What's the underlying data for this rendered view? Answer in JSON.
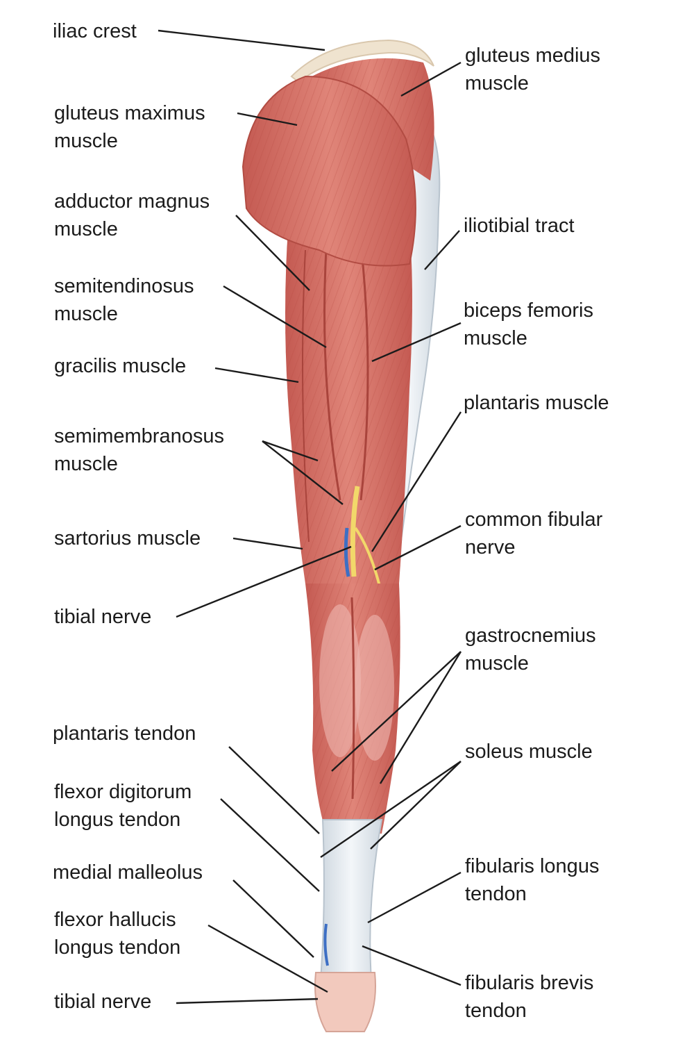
{
  "colors": {
    "muscle": "#d9776c",
    "muscle_dark": "#b9514a",
    "muscle_light": "#eba69c",
    "tendon": "#e6ecf1",
    "tendon_shadow": "#c9d3dc",
    "nerve_yellow": "#f2d86a",
    "vessel_blue": "#3d6fc4",
    "leader": "#1b1b1b"
  },
  "labels": {
    "iliac_crest": "iliac crest",
    "gluteus_maximus": [
      "gluteus maximus",
      "muscle"
    ],
    "adductor_magnus": [
      "adductor magnus",
      "muscle"
    ],
    "semitendinosus": [
      "semitendinosus",
      "muscle"
    ],
    "gracilis": "gracilis muscle",
    "semimembranosus": [
      "semimembranosus",
      "muscle"
    ],
    "sartorius": "sartorius muscle",
    "tibial_nerve_upper": "tibial nerve",
    "plantaris_tendon": "plantaris tendon",
    "flexor_digitorum": [
      "flexor digitorum",
      "longus tendon"
    ],
    "medial_malleolus": "medial malleolus",
    "flexor_hallucis": [
      "flexor hallucis",
      "longus tendon"
    ],
    "tibial_nerve_lower": "tibial nerve",
    "gluteus_medius": [
      "gluteus medius",
      "muscle"
    ],
    "iliotibial_tract": "iliotibial tract",
    "biceps_femoris": [
      "biceps femoris",
      "muscle"
    ],
    "plantaris_muscle": "plantaris muscle",
    "common_fibular_nerve": [
      "common fibular",
      "nerve"
    ],
    "gastrocnemius": [
      "gastrocnemius",
      "muscle"
    ],
    "soleus": "soleus muscle",
    "fibularis_longus": [
      "fibularis longus",
      "tendon"
    ],
    "fibularis_brevis": [
      "fibularis brevis",
      "tendon"
    ]
  }
}
